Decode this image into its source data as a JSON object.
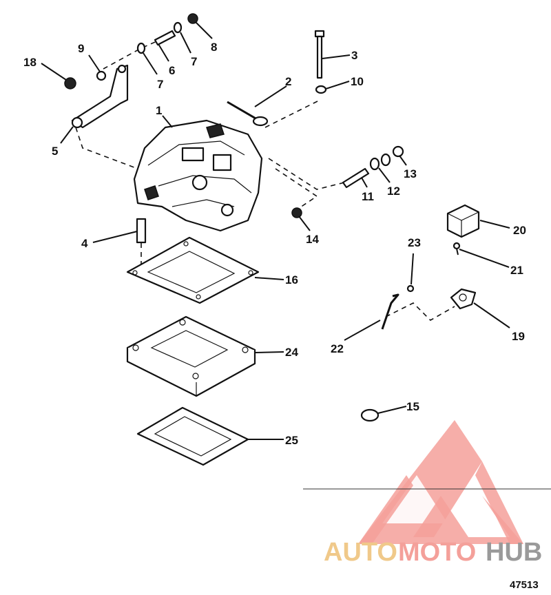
{
  "callouts": [
    {
      "id": "1",
      "label": "1"
    },
    {
      "id": "2",
      "label": "2"
    },
    {
      "id": "3",
      "label": "3"
    },
    {
      "id": "4",
      "label": "4"
    },
    {
      "id": "5",
      "label": "5"
    },
    {
      "id": "6",
      "label": "6"
    },
    {
      "id": "7a",
      "label": "7"
    },
    {
      "id": "7b",
      "label": "7"
    },
    {
      "id": "8",
      "label": "8"
    },
    {
      "id": "9",
      "label": "9"
    },
    {
      "id": "10",
      "label": "10"
    },
    {
      "id": "11",
      "label": "11"
    },
    {
      "id": "12",
      "label": "12"
    },
    {
      "id": "13",
      "label": "13"
    },
    {
      "id": "14",
      "label": "14"
    },
    {
      "id": "15",
      "label": "15"
    },
    {
      "id": "16",
      "label": "16"
    },
    {
      "id": "18",
      "label": "18"
    },
    {
      "id": "19",
      "label": "19"
    },
    {
      "id": "20",
      "label": "20"
    },
    {
      "id": "21",
      "label": "21"
    },
    {
      "id": "22",
      "label": "22"
    },
    {
      "id": "23",
      "label": "23"
    },
    {
      "id": "24",
      "label": "24"
    },
    {
      "id": "25",
      "label": "25"
    }
  ],
  "figure_number": "47513",
  "watermark": {
    "text_part1": "AUTO",
    "text_part2": "MOTO",
    "text_part3": "HUB",
    "color_primary": "#f4a09a",
    "color_accent": "#f0c98a",
    "color_dark": "#9a9a9a"
  }
}
